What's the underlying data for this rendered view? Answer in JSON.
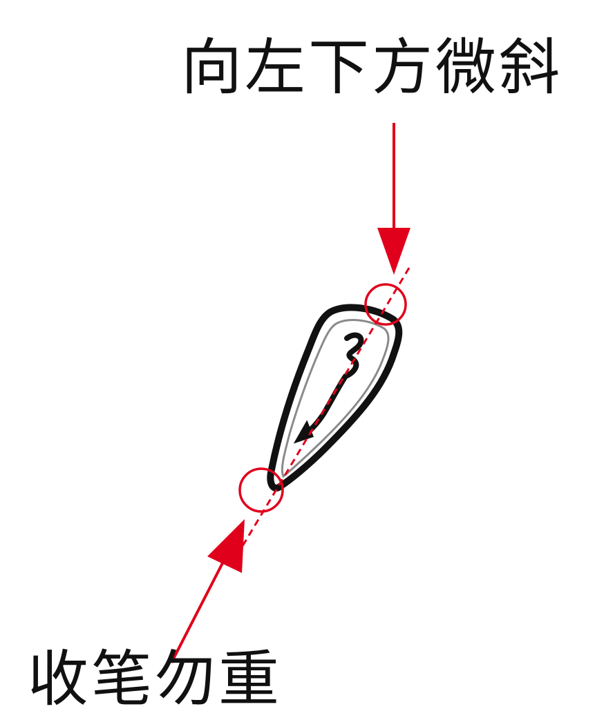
{
  "annotations": {
    "top_label": "向左下方微斜",
    "bottom_label": "收笔勿重"
  },
  "colors": {
    "ink": "#111111",
    "accent": "#e0001b",
    "background": "#ffffff"
  },
  "icons": {
    "start_marker": "circle-outline",
    "end_marker": "circle-outline",
    "top_arrow": "arrow-down",
    "bottom_arrow": "arrow-up-right"
  }
}
